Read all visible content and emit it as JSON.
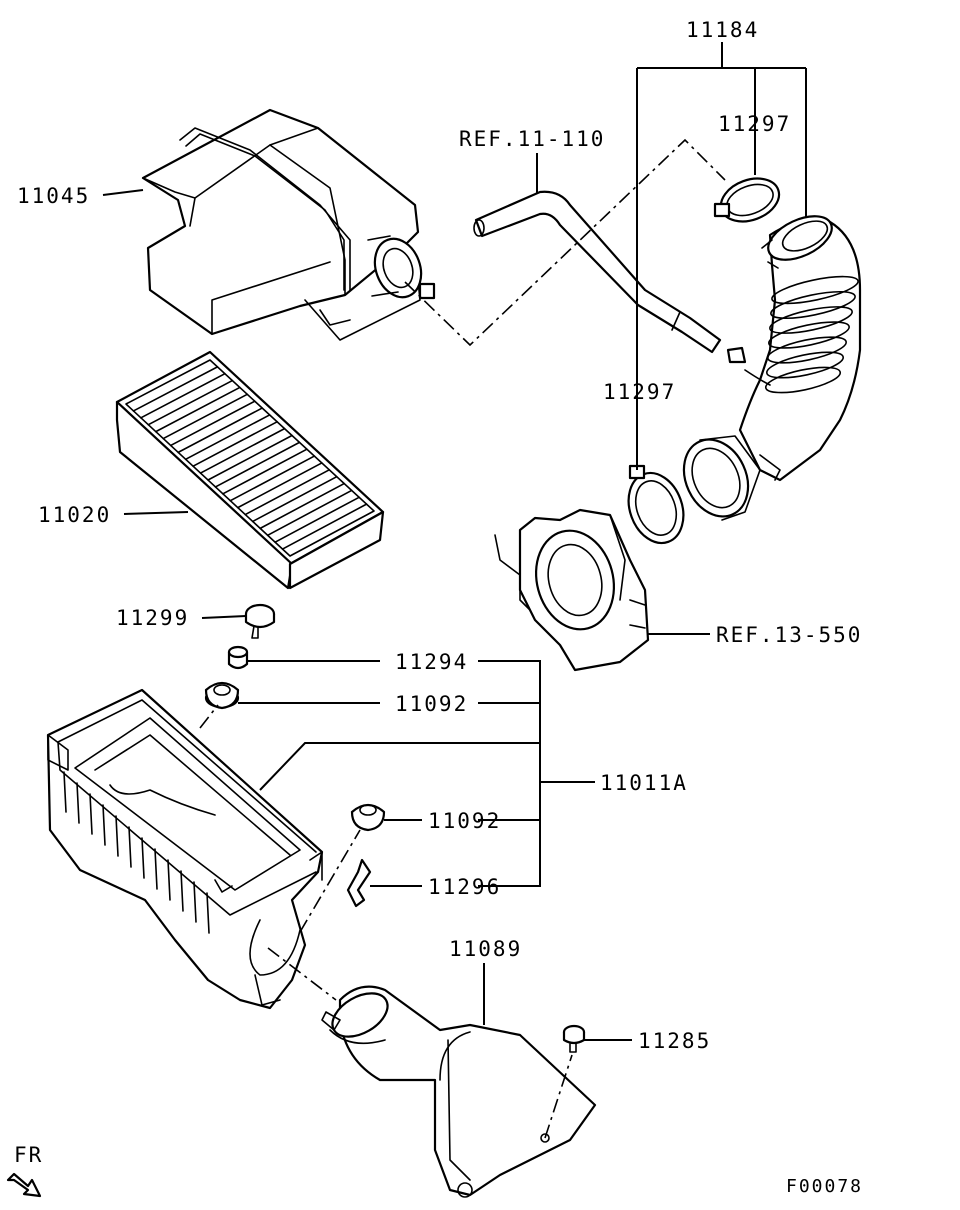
{
  "diagram": {
    "sheet_code": "F00078",
    "direction_label": "FR",
    "callouts": [
      {
        "key": "p11184",
        "text": "11184"
      },
      {
        "key": "p11297a",
        "text": "11297"
      },
      {
        "key": "ref11110",
        "text": "REF.11-110"
      },
      {
        "key": "p11045",
        "text": "11045"
      },
      {
        "key": "p11297b",
        "text": "11297"
      },
      {
        "key": "p11020",
        "text": "11020"
      },
      {
        "key": "ref13550",
        "text": "REF.13-550"
      },
      {
        "key": "p11299",
        "text": "11299"
      },
      {
        "key": "p11294",
        "text": "11294"
      },
      {
        "key": "p11092a",
        "text": "11092"
      },
      {
        "key": "p11011A",
        "text": "11011A"
      },
      {
        "key": "p11092b",
        "text": "11092"
      },
      {
        "key": "p11296",
        "text": "11296"
      },
      {
        "key": "p11089",
        "text": "11089"
      },
      {
        "key": "p11285",
        "text": "11285"
      }
    ]
  }
}
